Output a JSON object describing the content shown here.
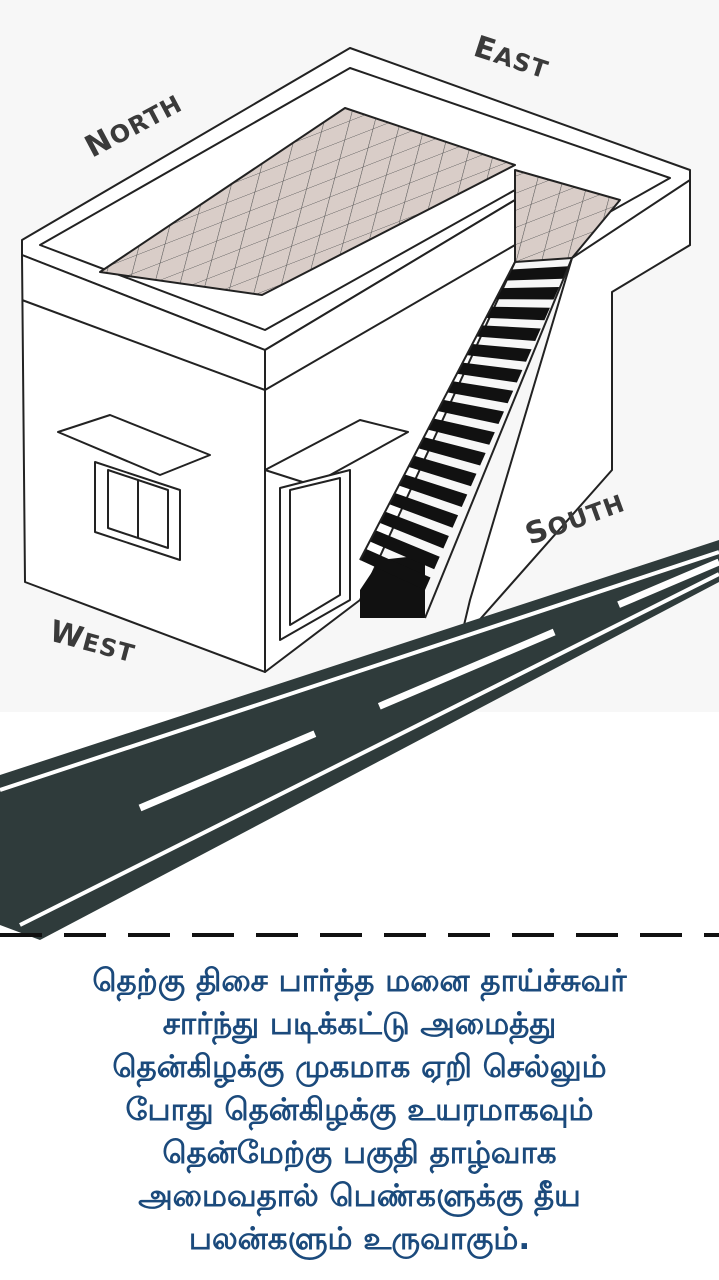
{
  "labels": {
    "north": {
      "first": "N",
      "rest": "ORTH"
    },
    "east": {
      "first": "E",
      "rest": "AST"
    },
    "south": {
      "first": "S",
      "rest": "OUTH"
    },
    "west": {
      "first": "W",
      "rest": "EST"
    }
  },
  "caption": {
    "lines": [
      "தெற்கு திசை பார்த்த மனை தாய்ச்சுவர்",
      "சார்ந்து படிக்கட்டு அமைத்து",
      "தென்கிழக்கு முகமாக ஏறி செல்லும்",
      "போது தென்கிழக்கு உயரமாகவும்",
      "தென்மேற்கு பகுதி தாழ்வாக",
      "அமைவதால் பெண்களுக்கு தீய",
      "பலன்களும் உருவாகும்."
    ]
  },
  "colors": {
    "caption": "#1b4a7c",
    "road": "#2f3b3b",
    "tile": "#d9cdc8"
  }
}
